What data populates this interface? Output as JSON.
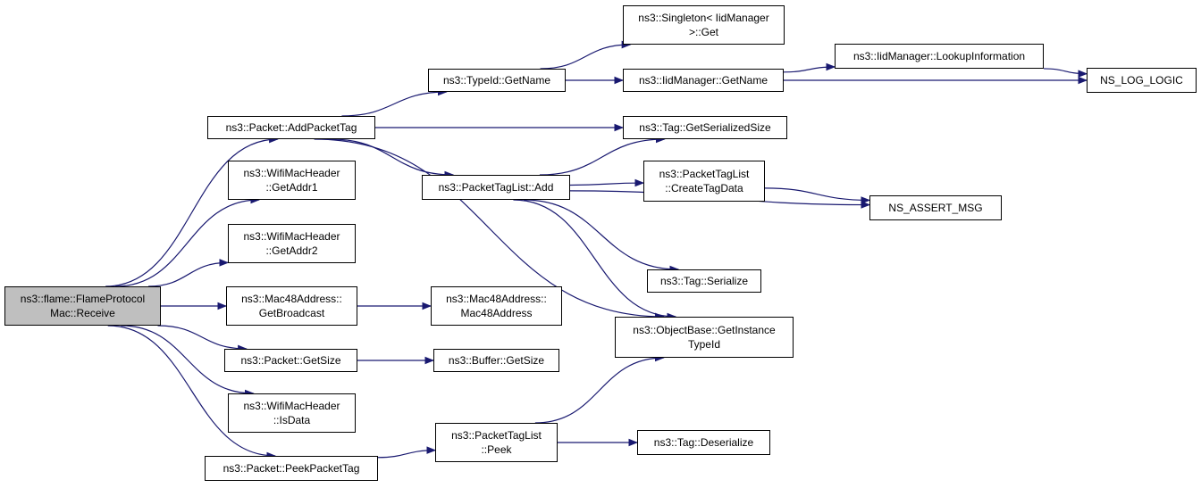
{
  "diagram": {
    "type": "call-graph",
    "colors": {
      "edge": "#191970",
      "node_border": "#000000",
      "root_fill": "#bfbfbf"
    },
    "nodes": {
      "root": {
        "label": "ns3::flame::FlameProtocol\nMac::Receive",
        "root": true
      },
      "addPT": {
        "label": "ns3::Packet::AddPacketTag"
      },
      "addr1": {
        "label": "ns3::WifiMacHeader\n::GetAddr1"
      },
      "addr2": {
        "label": "ns3::WifiMacHeader\n::GetAddr2"
      },
      "bcast": {
        "label": "ns3::Mac48Address::\nGetBroadcast"
      },
      "psize": {
        "label": "ns3::Packet::GetSize"
      },
      "isdata": {
        "label": "ns3::WifiMacHeader\n::IsData"
      },
      "peekPT": {
        "label": "ns3::Packet::PeekPacketTag"
      },
      "typeName": {
        "label": "ns3::TypeId::GetName"
      },
      "ptlAdd": {
        "label": "ns3::PacketTagList::Add"
      },
      "mac48": {
        "label": "ns3::Mac48Address::\nMac48Address"
      },
      "bufSize": {
        "label": "ns3::Buffer::GetSize"
      },
      "ptlPeek": {
        "label": "ns3::PacketTagList\n::Peek"
      },
      "singleton": {
        "label": "ns3::Singleton< IidManager\n>::Get"
      },
      "iidName": {
        "label": "ns3::IidManager::GetName"
      },
      "tagSer": {
        "label": "ns3::Tag::GetSerializedSize"
      },
      "ptlCreate": {
        "label": "ns3::PacketTagList\n::CreateTagData"
      },
      "tagSerialize": {
        "label": "ns3::Tag::Serialize"
      },
      "objInst": {
        "label": "ns3::ObjectBase::GetInstance\nTypeId"
      },
      "tagDeser": {
        "label": "ns3::Tag::Deserialize"
      },
      "lookup": {
        "label": "ns3::IidManager::LookupInformation"
      },
      "logic": {
        "label": "NS_LOG_LOGIC"
      },
      "assert": {
        "label": "NS_ASSERT_MSG"
      }
    },
    "edges": [
      [
        "root",
        "addPT"
      ],
      [
        "root",
        "addr1"
      ],
      [
        "root",
        "addr2"
      ],
      [
        "root",
        "bcast"
      ],
      [
        "root",
        "psize"
      ],
      [
        "root",
        "isdata"
      ],
      [
        "root",
        "peekPT"
      ],
      [
        "addPT",
        "typeName"
      ],
      [
        "addPT",
        "tagSer"
      ],
      [
        "addPT",
        "ptlAdd"
      ],
      [
        "addPT",
        "objInst"
      ],
      [
        "typeName",
        "singleton"
      ],
      [
        "typeName",
        "iidName"
      ],
      [
        "iidName",
        "lookup"
      ],
      [
        "iidName",
        "logic"
      ],
      [
        "lookup",
        "logic"
      ],
      [
        "ptlAdd",
        "tagSer"
      ],
      [
        "ptlAdd",
        "ptlCreate"
      ],
      [
        "ptlAdd",
        "assert"
      ],
      [
        "ptlAdd",
        "tagSerialize"
      ],
      [
        "ptlAdd",
        "objInst"
      ],
      [
        "ptlCreate",
        "assert"
      ],
      [
        "bcast",
        "mac48"
      ],
      [
        "psize",
        "bufSize"
      ],
      [
        "peekPT",
        "ptlPeek"
      ],
      [
        "ptlPeek",
        "objInst"
      ],
      [
        "ptlPeek",
        "tagDeser"
      ]
    ]
  }
}
